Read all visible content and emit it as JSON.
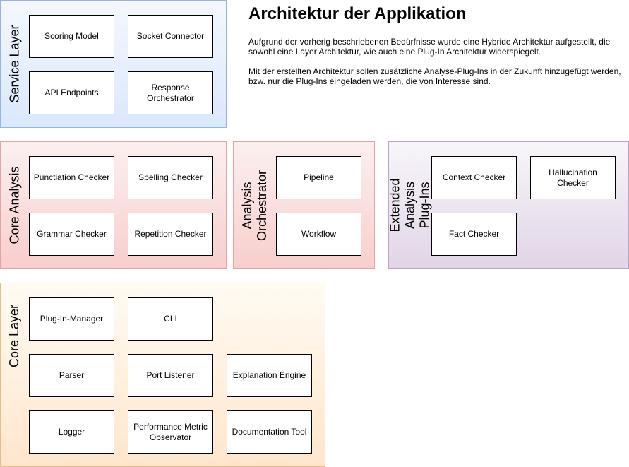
{
  "header": {
    "title": "Architektur der Applikation",
    "paragraphs": [
      "Aufgrund der vorherig beschriebenen Bedürfnisse wurde eine Hybride Architektur aufgestellt, die sowohl eine Layer Architektur, wie auch eine Plug-In Architektur widerspiegelt.",
      "Mit der erstellten Architektur sollen zusätzliche Analyse-Plug-Ins in der Zukunft hinzugefügt werden, bzw. nur die Plug-Ins eingeladen werden, die von Interesse sind."
    ]
  },
  "groups": {
    "service_layer": {
      "label": "Service Layer",
      "items": [
        "Scoring Model",
        "Socket Connector",
        "API Endpoints",
        "Response Orchestrator"
      ]
    },
    "core_analysis": {
      "label": "Core Analysis",
      "items": [
        "Punctiation Checker",
        "Spelling Checker",
        "Grammar Checker",
        "Repetition Checker"
      ]
    },
    "analysis_orchestrator": {
      "label": "Analysis Orchestrator",
      "items": [
        "Pipeline",
        "Workflow"
      ]
    },
    "extended_analysis": {
      "label": "Extended Analysis Plug-Ins",
      "items": [
        "Context Checker",
        "Hallucination Checker",
        "Fact Checker"
      ]
    },
    "core_layer": {
      "label": "Core Layer",
      "items": [
        "Plug-In-Manager",
        "CLI",
        "Parser",
        "Port Listener",
        "Explanation Engine",
        "Logger",
        "Performance Metric Observator",
        "Documentation Tool"
      ]
    }
  },
  "colors": {
    "service_layer": "#dae8fc",
    "core_analysis": "#f8cecc",
    "analysis_orchestrator": "#f8cecc",
    "extended_analysis": "#e1d5e7",
    "core_layer": "#ffe6cc"
  }
}
